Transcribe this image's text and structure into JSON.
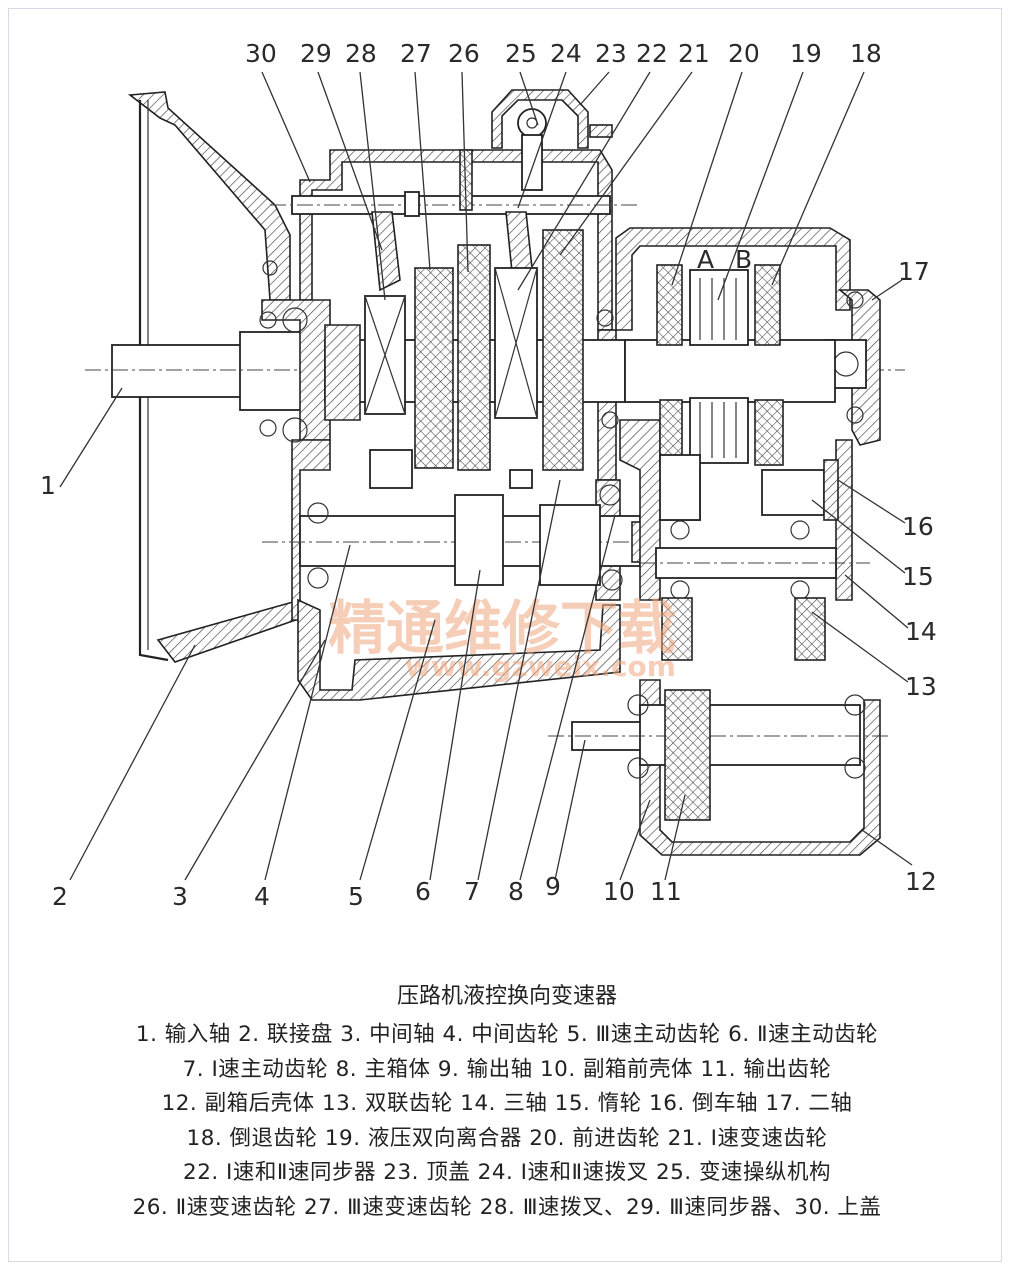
{
  "figure": {
    "title": "压路机液控换向变速器",
    "labels": [
      "1",
      "2",
      "3",
      "4",
      "5",
      "6",
      "7",
      "8",
      "9",
      "10",
      "11",
      "12",
      "13",
      "14",
      "15",
      "16",
      "17",
      "18",
      "19",
      "20",
      "21",
      "22",
      "23",
      "24",
      "25",
      "26",
      "27",
      "28",
      "29",
      "30"
    ],
    "chamber_labels": [
      "A",
      "B"
    ],
    "watermark_cn": "精通维修下载",
    "watermark_url": "www.gzweix.com",
    "legend_lines": [
      "1. 输入轴  2. 联接盘  3. 中间轴  4. 中间齿轮  5. Ⅲ速主动齿轮  6. Ⅱ速主动齿轮",
      "7. Ⅰ速主动齿轮  8. 主箱体  9. 输出轴  10. 副箱前壳体  11. 输出齿轮",
      "12. 副箱后壳体  13. 双联齿轮  14. 三轴  15. 惰轮  16. 倒车轴  17. 二轴",
      "18. 倒退齿轮 19. 液压双向离合器  20. 前进齿轮  21. Ⅰ速变速齿轮",
      "22. Ⅰ速和Ⅱ速同步器  23. 顶盖  24. Ⅰ速和Ⅱ速拨叉  25. 变速操纵机构",
      "26. Ⅱ速变速齿轮  27. Ⅲ速变速齿轮  28. Ⅲ速拨叉、29. Ⅲ速同步器、30. 上盖"
    ]
  }
}
